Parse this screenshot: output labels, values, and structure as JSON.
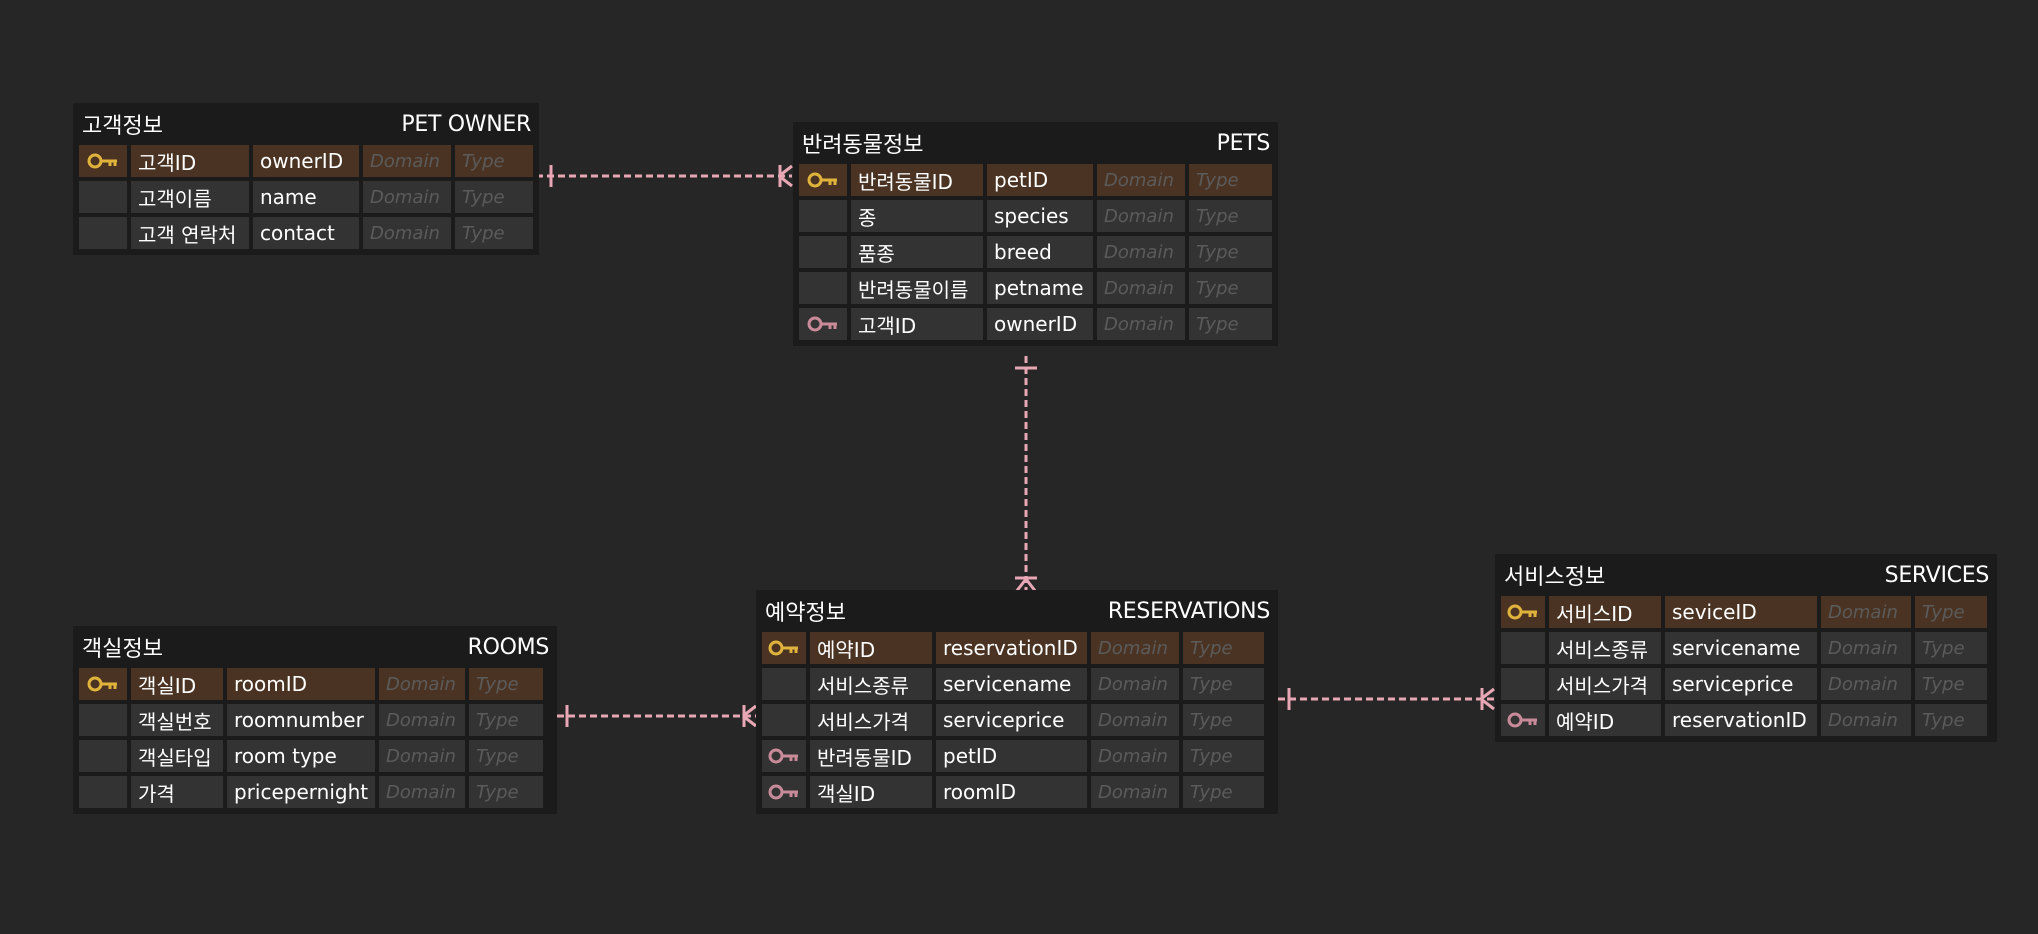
{
  "colors": {
    "background": "#262626",
    "entity_bg": "#1b1b1b",
    "cell_bg": "#333333",
    "pk_row_bg": "#4a3322",
    "pk_key": "#e0b43c",
    "fk_key": "#c98a9a",
    "connector": "#e8a7b4",
    "placeholder": "#5b5b5b"
  },
  "icons": {
    "pk": "primary-key-icon",
    "fk": "foreign-key-icon"
  },
  "entities": {
    "owner": {
      "logical": "고객정보",
      "physical": "PET OWNER",
      "rows": [
        {
          "key": "pk",
          "logical": "고객ID",
          "physical": "ownerID",
          "domain": "Domain",
          "type": "Type"
        },
        {
          "key": "",
          "logical": "고객이름",
          "physical": "name",
          "domain": "Domain",
          "type": "Type"
        },
        {
          "key": "",
          "logical": "고객 연락처",
          "physical": "contact",
          "domain": "Domain",
          "type": "Type"
        }
      ]
    },
    "pets": {
      "logical": "반려동물정보",
      "physical": "PETS",
      "rows": [
        {
          "key": "pk",
          "logical": "반려동물ID",
          "physical": "petID",
          "domain": "Domain",
          "type": "Type"
        },
        {
          "key": "",
          "logical": "종",
          "physical": "species",
          "domain": "Domain",
          "type": "Type"
        },
        {
          "key": "",
          "logical": "품종",
          "physical": "breed",
          "domain": "Domain",
          "type": "Type"
        },
        {
          "key": "",
          "logical": "반려동물이름",
          "physical": "petname",
          "domain": "Domain",
          "type": "Type"
        },
        {
          "key": "fk",
          "logical": "고객ID",
          "physical": "ownerID",
          "domain": "Domain",
          "type": "Type"
        }
      ]
    },
    "reservations": {
      "logical": "예약정보",
      "physical": "RESERVATIONS",
      "rows": [
        {
          "key": "pk",
          "logical": "예약ID",
          "physical": "reservationID",
          "domain": "Domain",
          "type": "Type"
        },
        {
          "key": "",
          "logical": "서비스종류",
          "physical": "servicename",
          "domain": "Domain",
          "type": "Type"
        },
        {
          "key": "",
          "logical": "서비스가격",
          "physical": "serviceprice",
          "domain": "Domain",
          "type": "Type"
        },
        {
          "key": "fk",
          "logical": "반려동물ID",
          "physical": "petID",
          "domain": "Domain",
          "type": "Type"
        },
        {
          "key": "fk",
          "logical": "객실ID",
          "physical": "roomID",
          "domain": "Domain",
          "type": "Type"
        }
      ]
    },
    "services": {
      "logical": "서비스정보",
      "physical": "SERVICES",
      "rows": [
        {
          "key": "pk",
          "logical": "서비스ID",
          "physical": "seviceID",
          "domain": "Domain",
          "type": "Type"
        },
        {
          "key": "",
          "logical": "서비스종류",
          "physical": "servicename",
          "domain": "Domain",
          "type": "Type"
        },
        {
          "key": "",
          "logical": "서비스가격",
          "physical": "serviceprice",
          "domain": "Domain",
          "type": "Type"
        },
        {
          "key": "fk",
          "logical": "예약ID",
          "physical": "reservationID",
          "domain": "Domain",
          "type": "Type"
        }
      ]
    },
    "rooms": {
      "logical": "객실정보",
      "physical": "ROOMS",
      "rows": [
        {
          "key": "pk",
          "logical": "객실ID",
          "physical": "roomID",
          "domain": "Domain",
          "type": "Type"
        },
        {
          "key": "",
          "logical": "객실번호",
          "physical": "roomnumber",
          "domain": "Domain",
          "type": "Type"
        },
        {
          "key": "",
          "logical": "객실타입",
          "physical": "room type",
          "domain": "Domain",
          "type": "Type"
        },
        {
          "key": "",
          "logical": "가격",
          "physical": "pricepernight",
          "domain": "Domain",
          "type": "Type"
        }
      ]
    }
  },
  "relationships": [
    {
      "from": "owner",
      "to": "pets",
      "from_end": "one",
      "to_end": "many"
    },
    {
      "from": "pets",
      "to": "reservations",
      "from_end": "one",
      "to_end": "many"
    },
    {
      "from": "rooms",
      "to": "reservations",
      "from_end": "one",
      "to_end": "many"
    },
    {
      "from": "services",
      "to": "reservations",
      "from_end": "many",
      "to_end": "one"
    }
  ]
}
